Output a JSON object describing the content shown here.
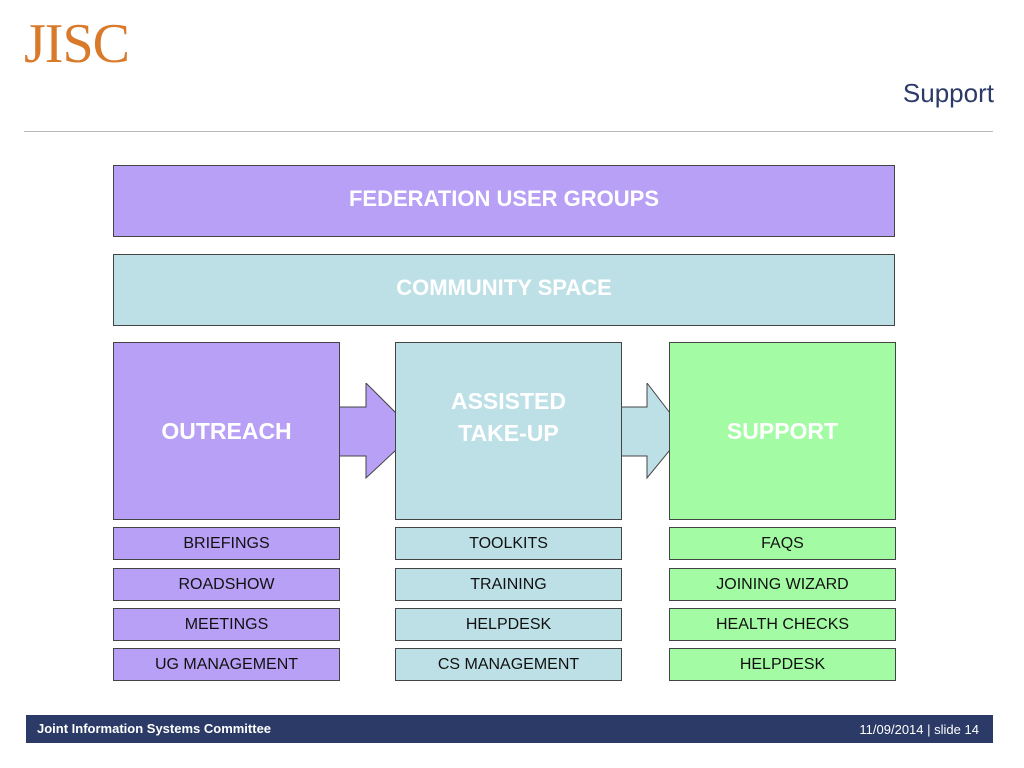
{
  "header": {
    "logo": "JISC",
    "title": "Support"
  },
  "diagram": {
    "top_bar": "FEDERATION USER GROUPS",
    "second_bar": "COMMUNITY SPACE",
    "columns": [
      {
        "label": "OUTREACH",
        "items": [
          "BRIEFINGS",
          "ROADSHOW",
          "MEETINGS",
          "UG MANAGEMENT"
        ]
      },
      {
        "label": "ASSISTED\nTAKE-UP",
        "items": [
          "TOOLKITS",
          "TRAINING",
          "HELPDESK",
          "CS MANAGEMENT"
        ]
      },
      {
        "label": "SUPPORT",
        "items": [
          "FAQS",
          "JOINING WIZARD",
          "HEALTH CHECKS",
          "HELPDESK"
        ]
      }
    ]
  },
  "colors": {
    "purple": "#b7a0f5",
    "light_blue": "#bde0e6",
    "green": "#a3fca3",
    "navy": "#2b3a67",
    "logo_orange": "#d97a2b"
  },
  "footer": {
    "org": "Joint Information Systems Committee",
    "date": "11/09/2014",
    "separator": "|",
    "slide_label": "slide",
    "slide_number": "14"
  }
}
